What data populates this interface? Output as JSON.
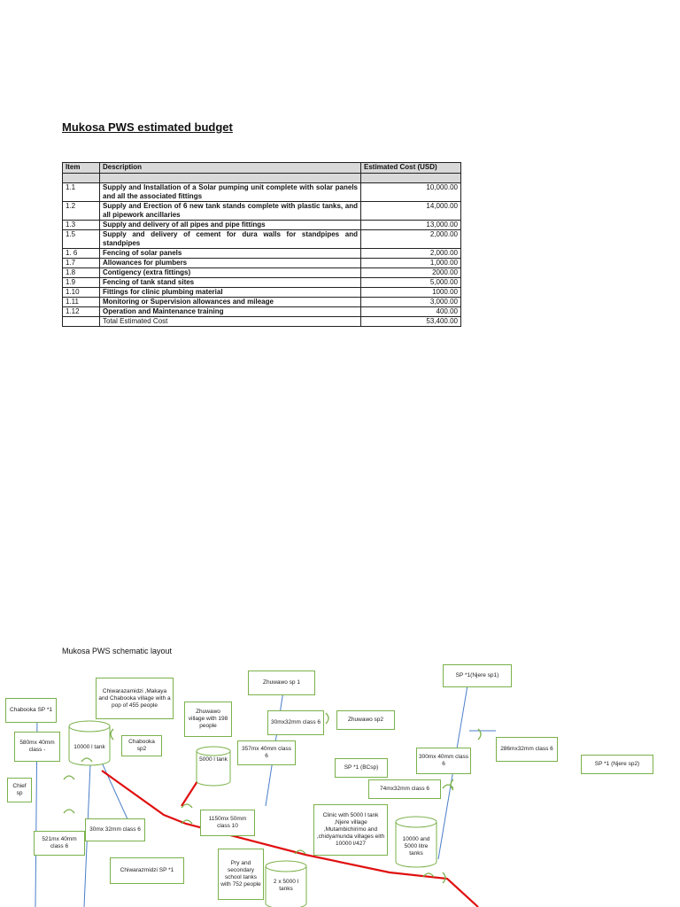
{
  "title": "Mukosa PWS estimated budget",
  "table": {
    "headers": [
      "Item",
      "Description",
      "Estimated Cost (USD)"
    ],
    "rows": [
      {
        "item": "1.1",
        "desc": "Supply and Installation of a Solar pumping unit complete with solar panels and all the associated fittings",
        "cost": "10,000.00"
      },
      {
        "item": "1.2",
        "desc": "Supply and Erection of 6 new tank stands complete with plastic tanks, and all pipework ancillaries",
        "cost": "14,000.00"
      },
      {
        "item": "1.3",
        "desc": "Supply and delivery of all pipes and pipe fittings",
        "cost": "13,000.00"
      },
      {
        "item": "1.5",
        "desc": "Supply and delivery of cement for dura walls for standpipes and standpipes",
        "cost": "2,000.00"
      },
      {
        "item": "1. 6",
        "desc": "Fencing of solar panels",
        "cost": "2,000.00"
      },
      {
        "item": "1.7",
        "desc": "Allowances for plumbers",
        "cost": "1,000.00"
      },
      {
        "item": "1.8",
        "desc": "Contigency (extra fittings)",
        "cost": "2000.00"
      },
      {
        "item": "1.9",
        "desc": "Fencing of tank stand sites",
        "cost": "5,000.00"
      },
      {
        "item": "1.10",
        "desc": "Fittings for clinic plumbing material",
        "cost": "1000.00"
      },
      {
        "item": "1.11",
        "desc": "Monitoring or Supervision allowances and mileage",
        "cost": "3,000.00"
      },
      {
        "item": "1.12",
        "desc": "Operation and Maintenance training",
        "cost": "400.00"
      }
    ],
    "total_label": "Total Estimated Cost",
    "total_value": "53,400.00"
  },
  "schematic": {
    "title": "Mukosa  PWS schematic layout",
    "boxes": {
      "chabooka_sp1": "Chabooka SP *1",
      "chiwarazamidzi": "Chiwarazamidzi ,Makaya and Chabooka village with a pop of 455 people",
      "p580": "580mx 40mm class -",
      "chabooka_sp2": "Chabooka sp2",
      "chief_sp": "Chief sp",
      "p521": "521mx 40mm class 6",
      "p30_32": "30mx 32mm class 6",
      "chiwarazmidzi_sp": "Chiwarazmidzi SP *1",
      "zhuwawo_village": "Zhuwawo village with 198 people",
      "zhuwawo_sp1": "Zhuwawo sp 1",
      "p30_32_b": "30mx32mm class 6",
      "zhuwawo_sp2": "Zhuwawo sp2",
      "p357": "357mx 40mm class 6",
      "p1150": "1150mx 50mm class 10",
      "pry_school": "Pry and secondary school tanks with 752 people",
      "sp1_bcsp": "SP *1 (BCsp)",
      "p74": "74mx32mm class 6",
      "clinic": "Clinic with 5000 l tank ,Njere village ,Mutambichirimo and ,chidyamunda villages eith 10000 l/427",
      "p300": "300mx 40mm class 6",
      "sp1_njere1": "SP *1(Njere sp1)",
      "p286": "286mx32mm class 6",
      "sp1_njere2": "SP *1 (Njere sp2)"
    },
    "tanks": {
      "t10000": "10000 l tank",
      "t5000": "5000 l tank",
      "t2x5000": "2 x 5000 l tanks",
      "t10000_5000": "10000 and 5000 litre tanks"
    },
    "colors": {
      "box_border": "#7ab14a",
      "main_pipe": "#e01010",
      "branch": "#4a7ec9"
    }
  }
}
